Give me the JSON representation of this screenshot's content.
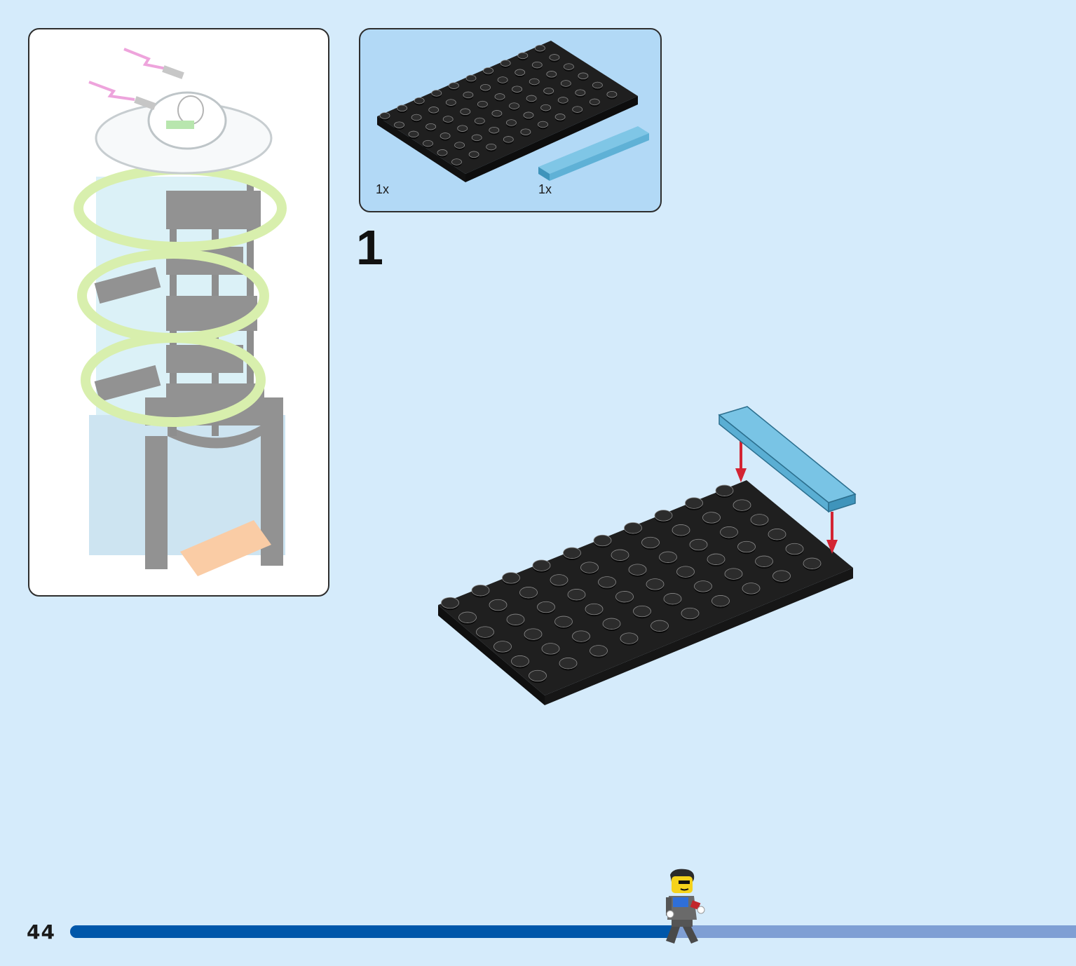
{
  "page": {
    "number": "44",
    "step_number": "1",
    "progress_fraction": 0.6,
    "colors": {
      "background": "#d5ebfb",
      "parts_panel": "#b2d9f6",
      "progress_done": "#0057aa",
      "progress_remaining": "#7f9fd4",
      "plate": "#1f1f1f",
      "tile": "#5fb1d6",
      "arrow": "#d32433"
    }
  },
  "parts_list": [
    {
      "part": "black-plate-6x10-icon",
      "quantity": "1x"
    },
    {
      "part": "light-blue-tile-1x6-icon",
      "quantity": "1x"
    }
  ],
  "preview": {
    "model": "tower-preview-icon"
  },
  "assembly": {
    "base": "black-plate-icon",
    "attached": "light-blue-tile-icon",
    "arrows": "red-arrow-icon"
  },
  "progress_icon": "minifigure-walking-icon"
}
